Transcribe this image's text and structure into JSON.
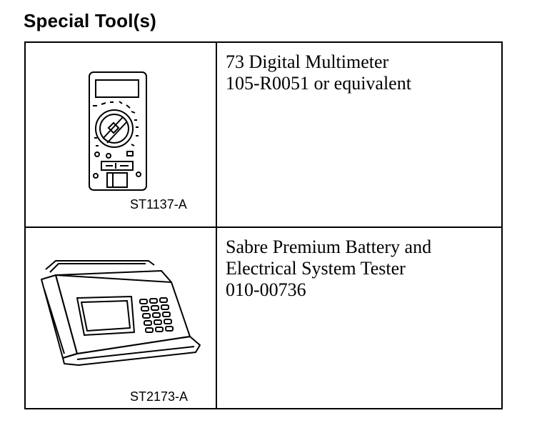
{
  "title": "Special Tool(s)",
  "tools": [
    {
      "image_code": "ST1137-A",
      "image_icon": "digital-multimeter-icon",
      "lines": [
        "73 Digital Multimeter",
        "105-R0051 or equivalent"
      ]
    },
    {
      "image_code": "ST2173-A",
      "image_icon": "battery-tester-icon",
      "lines": [
        "Sabre Premium Battery and",
        "Electrical System Tester",
        "010-00736"
      ]
    }
  ]
}
